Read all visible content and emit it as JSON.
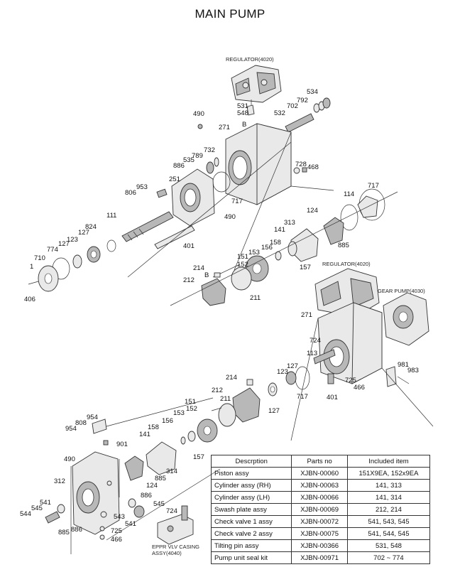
{
  "title": "MAIN PUMP",
  "sublabels": {
    "regulator_top": "REGULATOR(4020)",
    "regulator_mid": "REGULATOR(4020)",
    "gear_pump": "GEAR PUMP(4030)",
    "eppr_1": "EPPR VLV CASING",
    "eppr_2": "ASSY(4040)"
  },
  "callouts": [
    "534",
    "531",
    "792",
    "548",
    "702",
    "532",
    "490",
    "271",
    "B",
    "732",
    "789",
    "886",
    "535",
    "728",
    "468",
    "251",
    "953",
    "806",
    "717",
    "111",
    "490",
    "717",
    "114",
    "824",
    "127",
    "123",
    "774",
    "127",
    "710",
    "1",
    "406",
    "401",
    "124",
    "313",
    "141",
    "158",
    "156",
    "153",
    "151",
    "152",
    "885",
    "157",
    "214",
    "B",
    "212",
    "211",
    "271",
    "724",
    "113",
    "981",
    "983",
    "127",
    "123",
    "725",
    "466",
    "214",
    "717",
    "401",
    "127",
    "212",
    "211",
    "151",
    "152",
    "153",
    "156",
    "158",
    "141",
    "157",
    "885",
    "314",
    "124",
    "954",
    "808",
    "954",
    "901",
    "490",
    "312",
    "886",
    "541",
    "545",
    "544",
    "885",
    "886",
    "543",
    "541",
    "545",
    "724",
    "725",
    "466"
  ],
  "table": {
    "headers": [
      "Descrption",
      "Parts no",
      "Included item"
    ],
    "rows": [
      [
        "Piston assy",
        "XJBN-00060",
        "151X9EA, 152x9EA"
      ],
      [
        "Cylinder assy (RH)",
        "XJBN-00063",
        "141, 313"
      ],
      [
        "Cylinder assy (LH)",
        "XJBN-00066",
        "141, 314"
      ],
      [
        "Swash plate assy",
        "XJBN-00069",
        "212, 214"
      ],
      [
        "Check valve 1 assy",
        "XJBN-00072",
        "541, 543, 545"
      ],
      [
        "Check valve 2 assy",
        "XJBN-00075",
        "541, 544, 545"
      ],
      [
        "Tilting pin assy",
        "XJBN-00366",
        "531, 548"
      ],
      [
        "Pump unit seal kit",
        "XJBN-00971",
        "702 ~ 774"
      ]
    ]
  }
}
